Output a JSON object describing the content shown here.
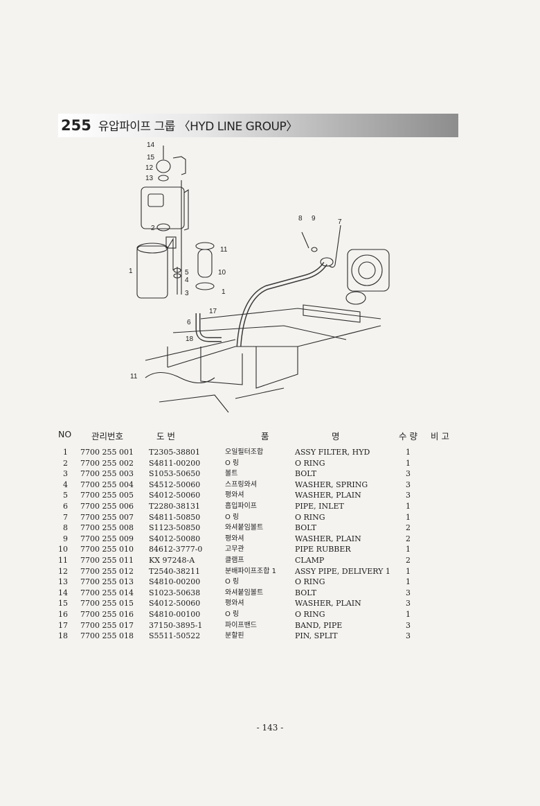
{
  "header": {
    "group_no": "255",
    "group_name": "유압파이프 그룹 〈HYD LINE GROUP〉"
  },
  "diagram": {
    "callouts": [
      "14",
      "15",
      "12",
      "13",
      "2",
      "1",
      "5",
      "4",
      "3",
      "11",
      "10",
      "1",
      "17",
      "6",
      "18",
      "8",
      "9",
      "7",
      "11"
    ]
  },
  "table": {
    "headers": {
      "no": "NO",
      "management_no": "관리번호",
      "drawing_no": "도 번",
      "name_left": "품",
      "name_right": "명",
      "qty": "수 량",
      "remarks": "비 고"
    },
    "rows": [
      {
        "no": "1",
        "mgmt": "7700 255 001",
        "dwg": "T2305-38801",
        "ko": "오일필터조합",
        "en": "ASSY FILTER, HYD",
        "qty": "1"
      },
      {
        "no": "2",
        "mgmt": "7700 255 002",
        "dwg": "S4811-00200",
        "ko": "O 링",
        "en": "O RING",
        "qty": "1"
      },
      {
        "no": "3",
        "mgmt": "7700 255 003",
        "dwg": "S1053-50650",
        "ko": "볼트",
        "en": "BOLT",
        "qty": "3"
      },
      {
        "no": "4",
        "mgmt": "7700 255 004",
        "dwg": "S4512-50060",
        "ko": "스프링와셔",
        "en": "WASHER, SPRING",
        "qty": "3"
      },
      {
        "no": "5",
        "mgmt": "7700 255 005",
        "dwg": "S4012-50060",
        "ko": "평와셔",
        "en": "WASHER, PLAIN",
        "qty": "3"
      },
      {
        "no": "6",
        "mgmt": "7700 255 006",
        "dwg": "T2280-38131",
        "ko": "흡입파이프",
        "en": "PIPE, INLET",
        "qty": "1"
      },
      {
        "no": "7",
        "mgmt": "7700 255 007",
        "dwg": "S4811-50850",
        "ko": "O 링",
        "en": "O RING",
        "qty": "1"
      },
      {
        "no": "8",
        "mgmt": "7700 255 008",
        "dwg": "S1123-50850",
        "ko": "와셔붙임볼트",
        "en": "BOLT",
        "qty": "2"
      },
      {
        "no": "9",
        "mgmt": "7700 255 009",
        "dwg": "S4012-50080",
        "ko": "평와셔",
        "en": "WASHER, PLAIN",
        "qty": "2"
      },
      {
        "no": "10",
        "mgmt": "7700 255 010",
        "dwg": "84612-3777-0",
        "ko": "고무관",
        "en": "PIPE RUBBER",
        "qty": "1"
      },
      {
        "no": "11",
        "mgmt": "7700 255 011",
        "dwg": "KX 97248-A",
        "ko": "클램프",
        "en": "CLAMP",
        "qty": "2"
      },
      {
        "no": "12",
        "mgmt": "7700 255 012",
        "dwg": "T2540-38211",
        "ko": "분배파이프조합 1",
        "en": "ASSY PIPE, DELIVERY 1",
        "qty": "1"
      },
      {
        "no": "13",
        "mgmt": "7700 255 013",
        "dwg": "S4810-00200",
        "ko": "O 링",
        "en": "O RING",
        "qty": "1"
      },
      {
        "no": "14",
        "mgmt": "7700 255 014",
        "dwg": "S1023-50638",
        "ko": "와셔붙임볼트",
        "en": "BOLT",
        "qty": "3"
      },
      {
        "no": "15",
        "mgmt": "7700 255 015",
        "dwg": "S4012-50060",
        "ko": "평와셔",
        "en": "WASHER, PLAIN",
        "qty": "3"
      },
      {
        "no": "16",
        "mgmt": "7700 255 016",
        "dwg": "S4810-00100",
        "ko": "O 링",
        "en": "O RING",
        "qty": "1"
      },
      {
        "no": "17",
        "mgmt": "7700 255 017",
        "dwg": "37150-3895-1",
        "ko": "파이프밴드",
        "en": "BAND, PIPE",
        "qty": "3"
      },
      {
        "no": "18",
        "mgmt": "7700 255 018",
        "dwg": "S5511-50522",
        "ko": "분할핀",
        "en": "PIN, SPLIT",
        "qty": "3"
      }
    ]
  },
  "footer": {
    "page": "- 143 -"
  }
}
